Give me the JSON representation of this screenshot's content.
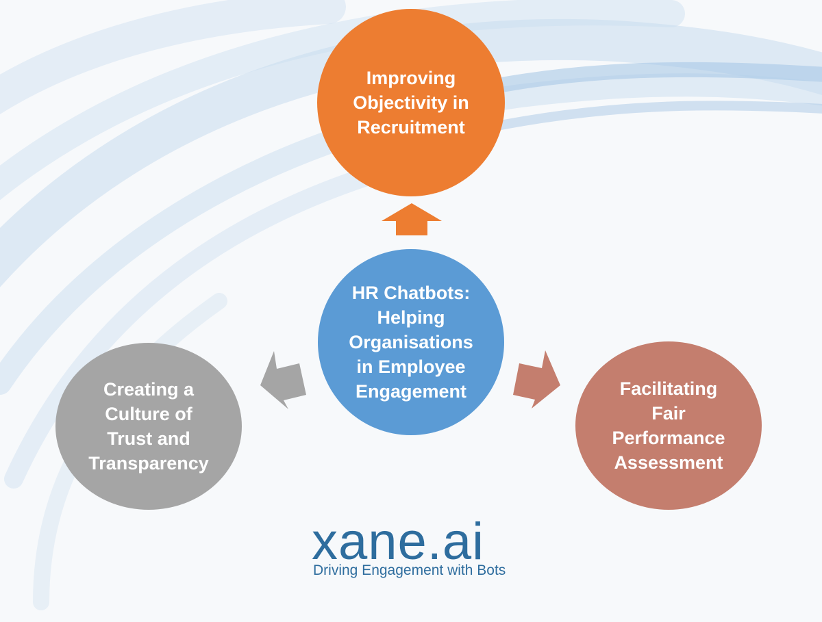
{
  "diagram": {
    "center": {
      "label": "HR Chatbots:\nHelping\nOrganisations\nin Employee\nEngagement",
      "color": "#5b9bd5"
    },
    "top": {
      "label": "Improving\nObjectivity in\nRecruitment",
      "color": "#ed7d31"
    },
    "left": {
      "label": "Creating a\nCulture of\nTrust and\nTransparency",
      "color": "#a5a5a5"
    },
    "right": {
      "label": "Facilitating\nFair\nPerformance\nAssessment",
      "color": "#c47e6e"
    }
  },
  "logo": {
    "name": "xane.ai",
    "tagline": "Driving Engagement with Bots"
  }
}
